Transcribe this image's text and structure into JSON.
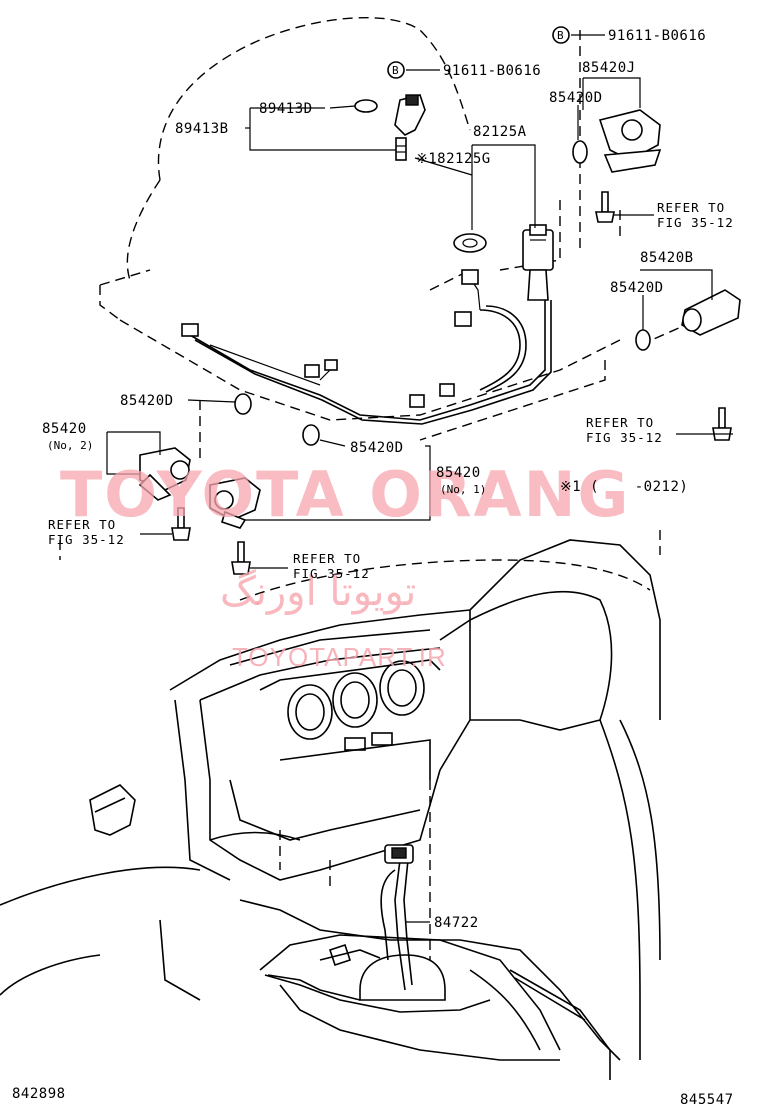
{
  "labels": {
    "p91611_top": "91611-B0616",
    "p91611_mid": "91611-B0616",
    "p85420J": "85420J",
    "p85420D_a": "85420D",
    "p89413D": "89413D",
    "p89413B": "89413B",
    "p82125A": "82125A",
    "p182125G": "※182125G",
    "p85420B": "85420B",
    "p85420D_b": "85420D",
    "p85420D_c": "85420D",
    "p85420_no2": "85420",
    "p85420_no2_sub": "(No, 2)",
    "p85420D_d": "85420D",
    "p85420_no1": "85420",
    "p85420_no1_sub": "(No, 1)",
    "note1": "※1 (    -0212)",
    "p84722": "84722",
    "code_left": "842898",
    "code_right": "845547",
    "bolt_marker": "B"
  },
  "refers": {
    "r1_line1": "REFER TO",
    "r1_line2": "FIG 35-12",
    "r2_line1": "REFER TO",
    "r2_line2": "FIG 35-12",
    "r3_line1": "REFER TO",
    "r3_line2": "FIG 35-12",
    "r4_line1": "REFER TO",
    "r4_line2": "FIG 35-12"
  },
  "watermark": {
    "brand": "TOYOTA ORANG",
    "persian": "تويوتا اورنگ",
    "url": "TOYOTAPART.IR"
  }
}
